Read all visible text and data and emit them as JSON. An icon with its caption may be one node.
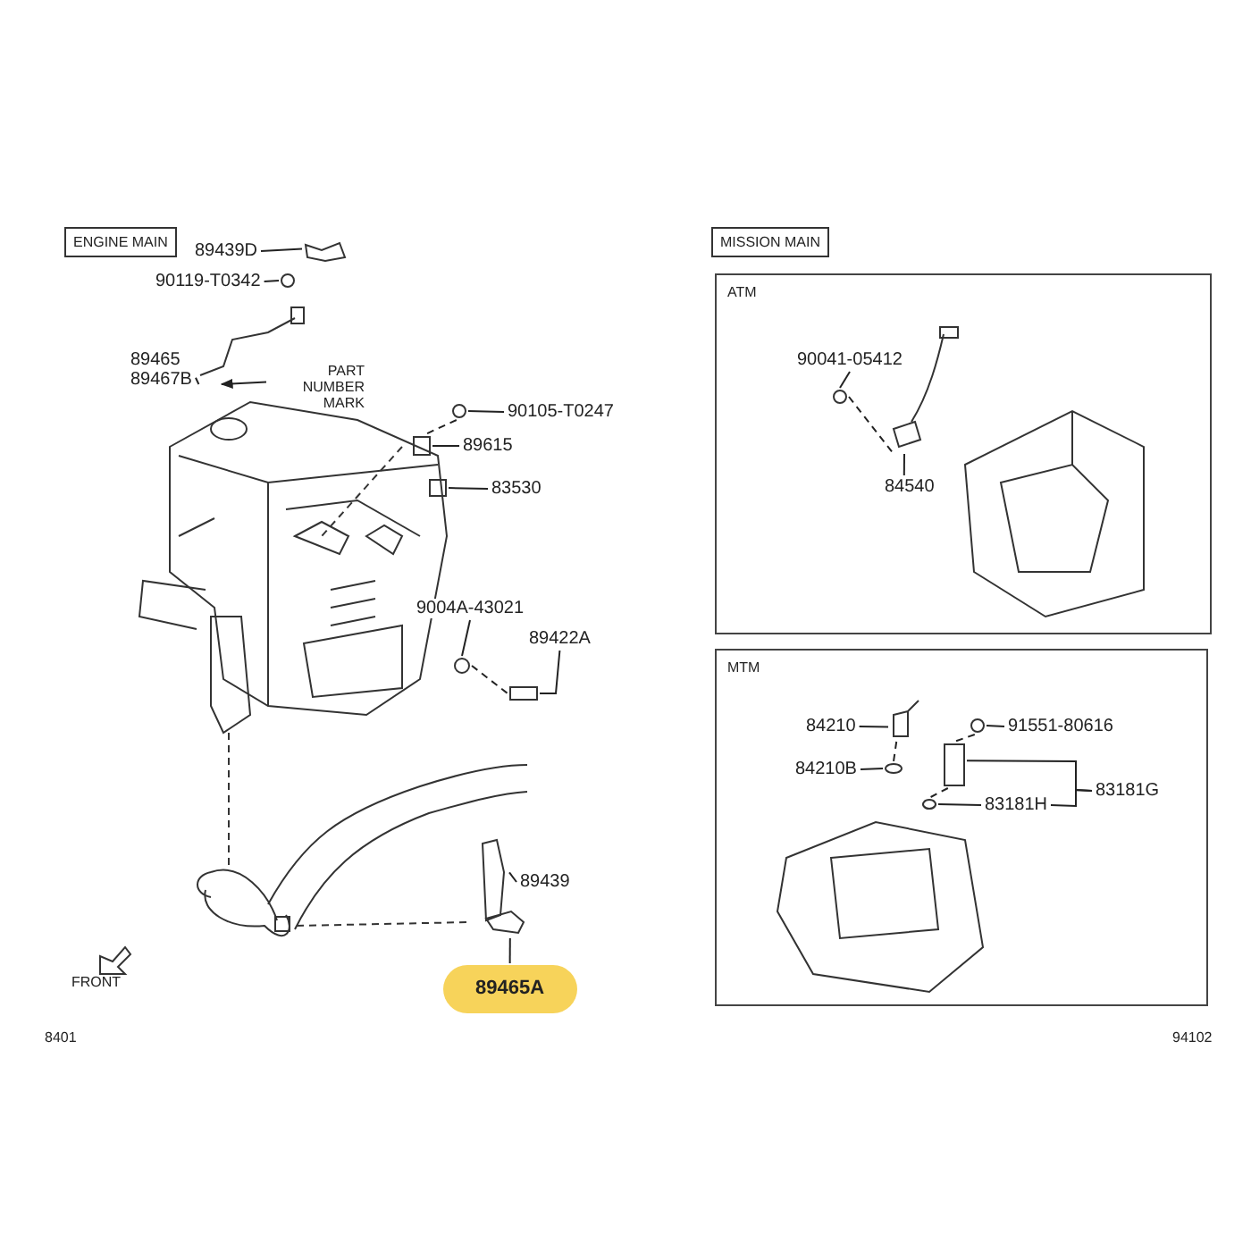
{
  "diagram": {
    "nodes": [
      {
        "text": [
          "ENGINE MAIN"
        ]
      },
      {
        "text": [
          "89439D"
        ]
      },
      {
        "text": [
          "90119-T0342"
        ]
      },
      {
        "text": [
          "89465",
          "89467B"
        ]
      },
      {
        "text": [
          "PART NUMBER MARK"
        ]
      },
      {
        "text": [
          "90105-T0247"
        ]
      },
      {
        "text": [
          "89615"
        ]
      },
      {
        "text": [
          "83530"
        ]
      },
      {
        "text": [
          "9004A-43021"
        ]
      },
      {
        "text": [
          "89422A"
        ]
      },
      {
        "text": [
          "89439"
        ]
      },
      {
        "text": [
          "89465A"
        ]
      },
      {
        "text": [
          "MISSION MAIN"
        ]
      },
      {
        "text": [
          "ATM"
        ]
      },
      {
        "text": [
          "90041-05412"
        ],
        "in": 13
      },
      {
        "text": [
          "84540"
        ],
        "in": 13
      },
      {
        "text": [
          "MTM"
        ]
      },
      {
        "text": [
          "84210"
        ],
        "in": 16
      },
      {
        "text": [
          "91551-80616"
        ],
        "in": 16
      },
      {
        "text": [
          "84210B"
        ],
        "in": 16
      },
      {
        "text": [
          "83181G"
        ],
        "in": 16
      },
      {
        "text": [
          "83181H"
        ],
        "in": 16
      },
      {
        "text": [],
        "shape": "picture"
      },
      {
        "text": [],
        "shape": "circle"
      },
      {
        "text": [],
        "shape": "picture"
      },
      {
        "text": [],
        "shape": "circle"
      },
      {
        "text": [],
        "shape": "box"
      },
      {
        "text": [],
        "shape": "box"
      },
      {
        "text": [],
        "shape": "circle"
      },
      {
        "text": [],
        "shape": "box"
      },
      {
        "text": [],
        "shape": "picture"
      },
      {
        "text": [],
        "shape": "picture"
      },
      {
        "text": [],
        "shape": "circle",
        "in": 13
      },
      {
        "text": [],
        "shape": "picture",
        "in": 13
      },
      {
        "text": [],
        "shape": "picture",
        "in": 16
      },
      {
        "text": [],
        "shape": "picture",
        "in": 16
      },
      {
        "text": [],
        "shape": "circle",
        "in": 16
      },
      {
        "text": [],
        "shape": "box",
        "in": 16
      },
      {
        "text": [],
        "shape": "picture",
        "in": 16
      }
    ],
    "edges": [
      {
        "from": 1,
        "to": 22,
        "arrow": "none"
      },
      {
        "from": 2,
        "to": 23,
        "arrow": "none"
      },
      {
        "from": 3,
        "to": 24,
        "arrow": "none"
      },
      {
        "from": 4,
        "to": 24,
        "arrow": "to"
      },
      {
        "from": 5,
        "to": 25,
        "arrow": "none"
      },
      {
        "from": 6,
        "to": 26,
        "arrow": "none"
      },
      {
        "from": 7,
        "to": 27,
        "arrow": "none"
      },
      {
        "from": 8,
        "to": 28,
        "arrow": "none"
      },
      {
        "from": 9,
        "to": 29,
        "arrow": "none"
      },
      {
        "from": 10,
        "to": 30,
        "arrow": "none"
      },
      {
        "from": 11,
        "to": 31,
        "arrow": "none"
      },
      {
        "from": 14,
        "to": 32,
        "arrow": "none"
      },
      {
        "from": 15,
        "to": 33,
        "arrow": "none"
      },
      {
        "from": 17,
        "to": 34,
        "arrow": "none"
      },
      {
        "from": 18,
        "to": 36,
        "arrow": "none"
      },
      {
        "from": 19,
        "to": 35,
        "arrow": "none"
      },
      {
        "from": 20,
        "to": 37,
        "arrow": "none"
      },
      {
        "from": 20,
        "to": 21,
        "arrow": "none"
      },
      {
        "from": 21,
        "to": 38,
        "arrow": "none"
      },
      {
        "from": 32,
        "to": 33,
        "arrow": "none",
        "style": "dashed"
      },
      {
        "from": 28,
        "to": 29,
        "arrow": "none",
        "style": "dashed"
      },
      {
        "from": 34,
        "to": 35,
        "arrow": "none",
        "style": "dashed"
      },
      {
        "from": 25,
        "to": 26,
        "arrow": "none",
        "style": "dashed"
      },
      {
        "from": 36,
        "to": 37,
        "arrow": "none",
        "style": "dashed"
      },
      {
        "from": 37,
        "to": 38,
        "arrow": "none",
        "style": "dashed"
      }
    ],
    "labels": [
      "FRONT",
      "8401",
      "94102"
    ]
  }
}
